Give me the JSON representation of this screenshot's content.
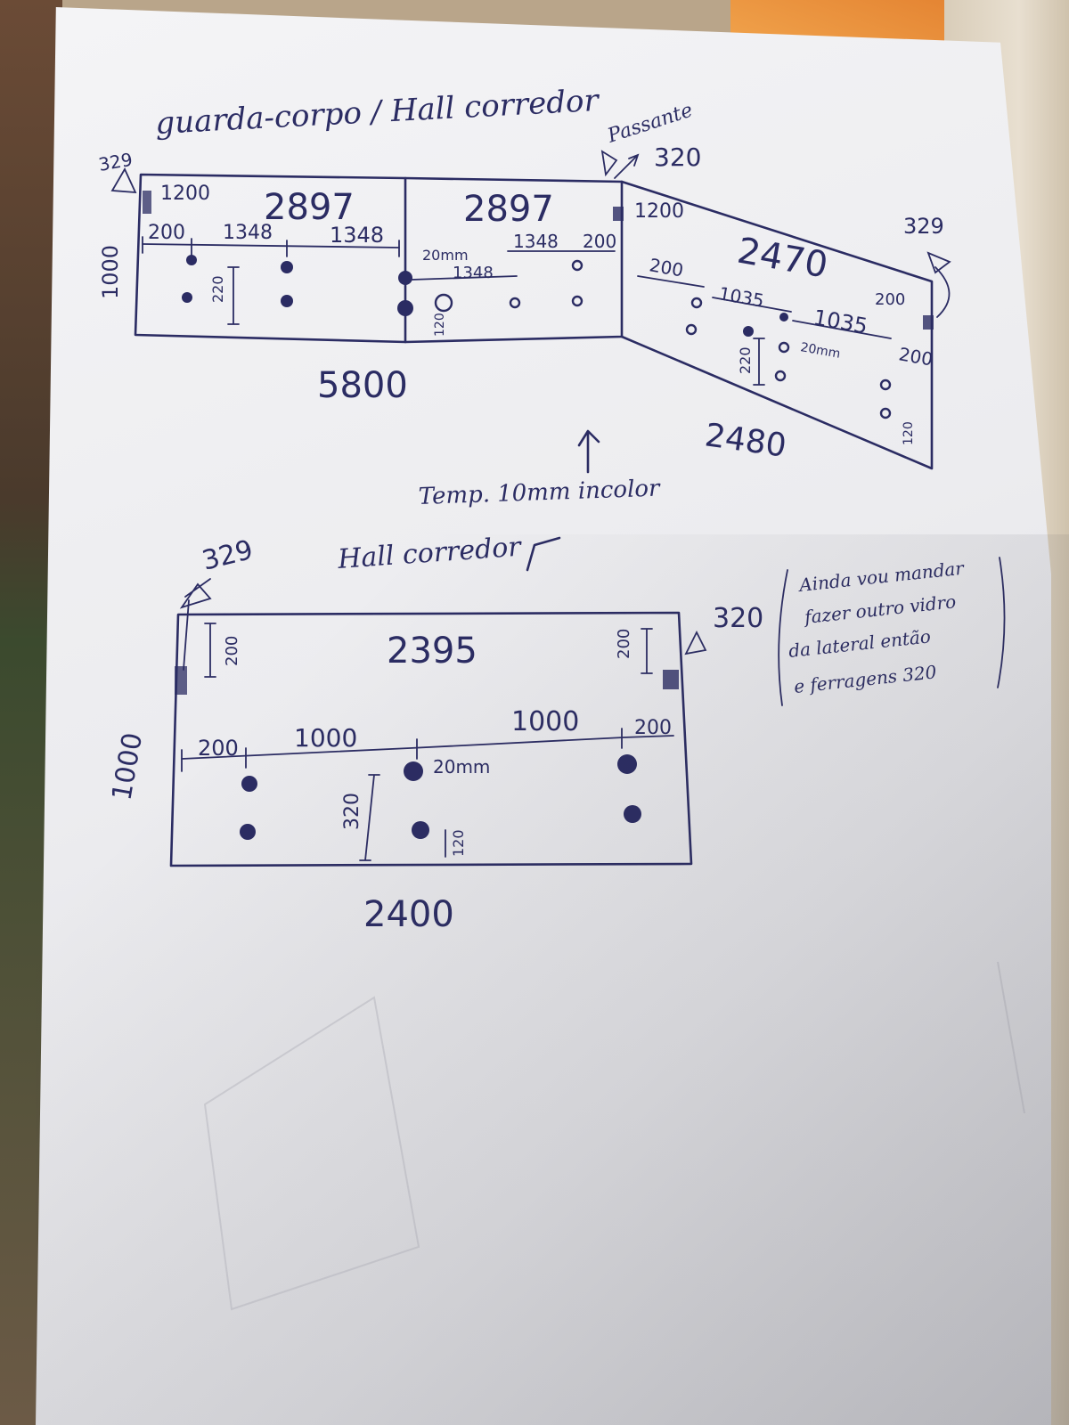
{
  "title": "guarda-corpo / Hall corredor",
  "passante_label": "Passante",
  "panel_a": {
    "width": "2897",
    "side_fix": "329",
    "height": "1000",
    "top_fix": "1200",
    "offsets": [
      "200",
      "1348",
      "1348"
    ],
    "vertical_gap": "220"
  },
  "panel_b": {
    "width": "2897",
    "top_fix": "1200",
    "corner_fix": "320",
    "hole_note": "20mm",
    "offsets": [
      "1348",
      "1348",
      "200"
    ],
    "small_dim": "120"
  },
  "panel_c": {
    "width": "2470",
    "side_fix": "329",
    "offsets_left": [
      "200",
      "1035"
    ],
    "offsets_right": [
      "1035",
      "200"
    ],
    "right_vertical": "200",
    "hole_note": "20mm",
    "vertical_gap": "220",
    "small_dim": "120",
    "bottom_width": "2480"
  },
  "total_width": "5800",
  "glass_note": "Temp. 10mm incolor",
  "second_title": "Hall corredor",
  "panel_d": {
    "width": "2395",
    "left_fix": "329",
    "right_fix": "320",
    "side_gap_left": "200",
    "side_gap_right": "200",
    "height": "1000",
    "offsets": [
      "200",
      "1000",
      "1000",
      "200"
    ],
    "hole_note": "20mm",
    "vertical_gap": "320",
    "small_dim": "120",
    "bottom_width": "2400"
  },
  "side_note": [
    "Ainda vou mandar",
    "fazer outro vidro",
    "da lateral então",
    "e ferragens 320"
  ]
}
